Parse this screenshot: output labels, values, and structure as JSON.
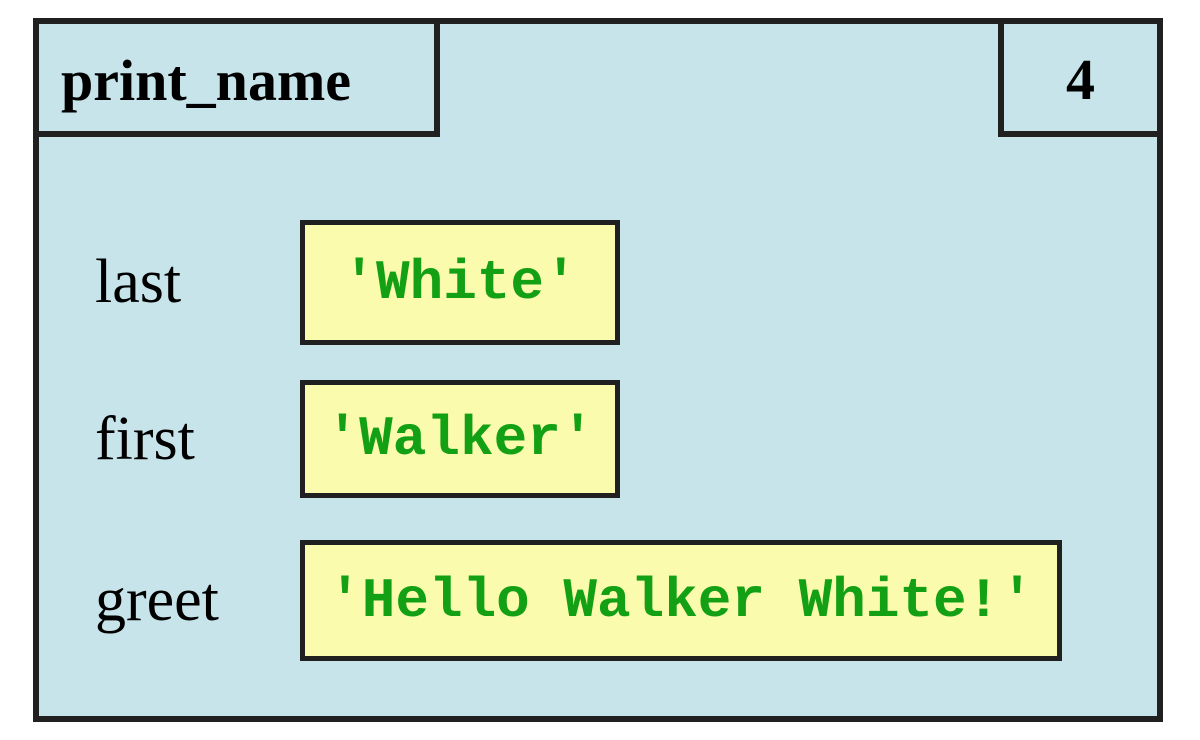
{
  "frame": {
    "function_name": "print_name",
    "line_number": "4",
    "variables": [
      {
        "name": "last",
        "value": "'White'"
      },
      {
        "name": "first",
        "value": "'Walker'"
      },
      {
        "name": "greet",
        "value": "'Hello Walker White!'"
      }
    ]
  },
  "colors": {
    "frame_fill": "#c6e4e9",
    "value_fill": "#fbfbad",
    "value_text": "#14a014",
    "border": "#202020",
    "label_text": "#000000",
    "page_background": "#ffffff"
  }
}
